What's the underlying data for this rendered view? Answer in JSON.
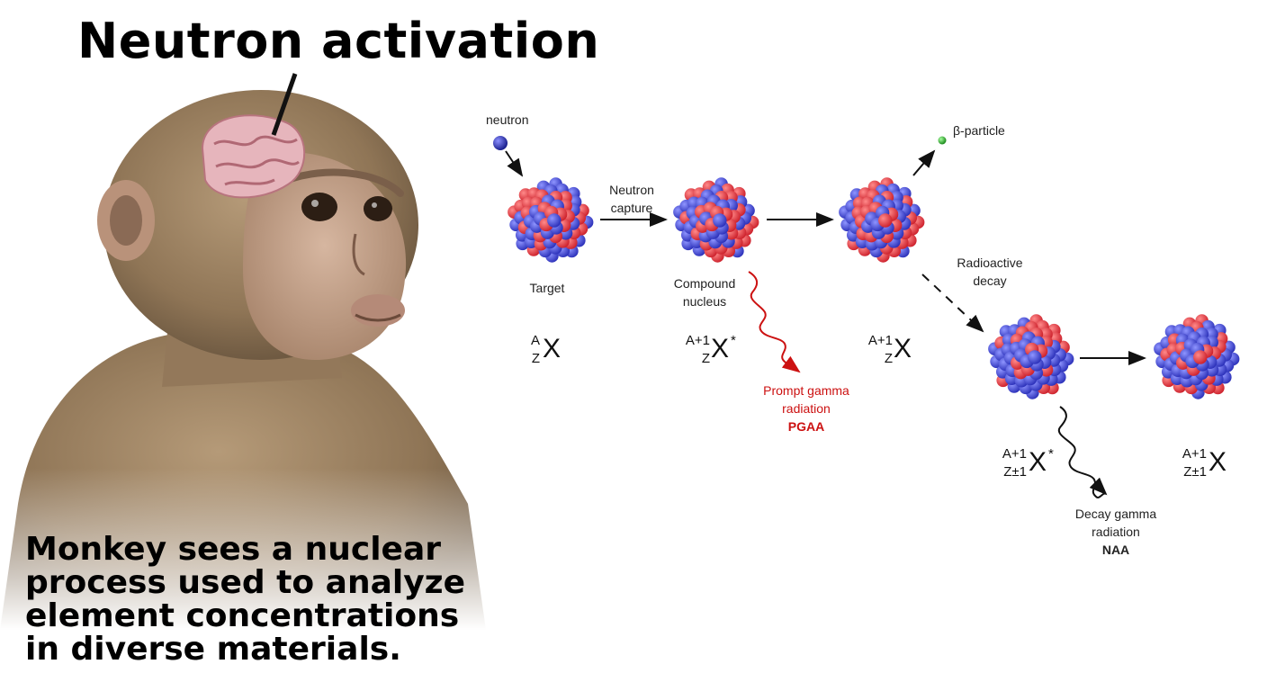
{
  "title": "Neutron activation",
  "caption": "Monkey sees a nuclear process used to analyze element concentrations in diverse materials.",
  "diagram": {
    "neutron_label": "neutron",
    "capture_label_1": "Neutron",
    "capture_label_2": "capture",
    "beta_label": "β-particle",
    "target_label": "Target",
    "compound_label_1": "Compound",
    "compound_label_2": "nucleus",
    "decay_label_1": "Radioactive",
    "decay_label_2": "decay",
    "prompt_label_1": "Prompt gamma",
    "prompt_label_2": "radiation",
    "prompt_label_3": "PGAA",
    "decay_gamma_label_1": "Decay gamma",
    "decay_gamma_label_2": "radiation",
    "decay_gamma_label_3": "NAA",
    "nuclides": [
      {
        "sup": "A",
        "sub": "Z",
        "sym": "X",
        "star": ""
      },
      {
        "sup": "A+1",
        "sub": "Z",
        "sym": "X",
        "star": "*"
      },
      {
        "sup": "A+1",
        "sub": "Z",
        "sym": "X",
        "star": ""
      },
      {
        "sup": "A+1",
        "sub": "Z±1",
        "sym": "X",
        "star": "*"
      },
      {
        "sup": "A+1",
        "sub": "Z±1",
        "sym": "X",
        "star": ""
      }
    ],
    "colors": {
      "proton": "#cc1f2a",
      "neutron": "#2a2fb8",
      "prompt": "#cc1111",
      "beta": "#2dbb2d"
    }
  }
}
